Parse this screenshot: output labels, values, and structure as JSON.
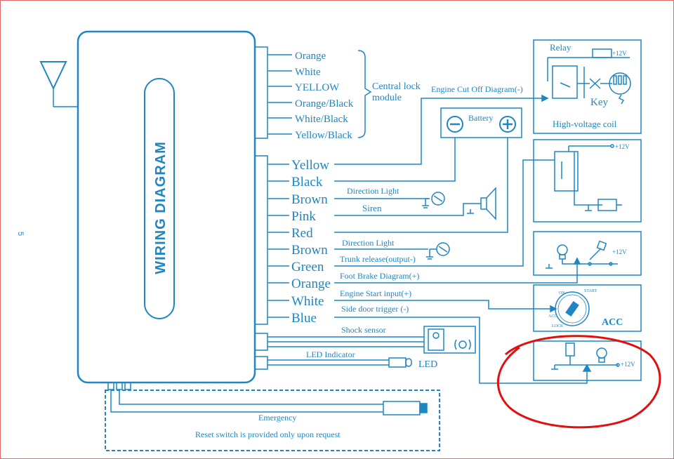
{
  "title": "WIRING DIAGRAM",
  "page_number": "5",
  "colors": {
    "line": "#1f86c2",
    "annotation": "#e01010",
    "border": "#e06a6a"
  },
  "central_lock": {
    "wires": [
      "Orange",
      "White",
      "YELLOW",
      "Orange/Black",
      "White/Black",
      "Yellow/Black"
    ],
    "label_line1": "Central lock",
    "label_line2": "module"
  },
  "main_wires": [
    "Yellow",
    "Black",
    "Brown",
    "Pink",
    "Red",
    "Brown",
    "Green",
    "Orange",
    "White",
    "Blue"
  ],
  "labels": {
    "engine_cut_off": "Engine Cut Off Diagram(-)",
    "direction_light_1": "Direction Light",
    "siren": "Siren",
    "direction_light_2": "Direction Light",
    "trunk_release": "Trunk release(output-)",
    "foot_brake": "Foot Brake Diagram(+)",
    "engine_start": "Engine Start input(+)",
    "side_door": "Side door trigger (-)",
    "shock_sensor": "Shock sensor",
    "led_indicator": "LED Indicator",
    "led": "LED",
    "emergency": "Emergency",
    "reset_note": "Reset switch is provided only upon request",
    "battery": "Battery",
    "relay": "Relay",
    "plus12v": "+12V",
    "key": "Key",
    "high_voltage_coil": "High-voltage coil",
    "acc": "ACC",
    "ign_on": "ON",
    "ign_start": "START",
    "ign_acc": "ACC",
    "ign_lock": "LOCK"
  }
}
